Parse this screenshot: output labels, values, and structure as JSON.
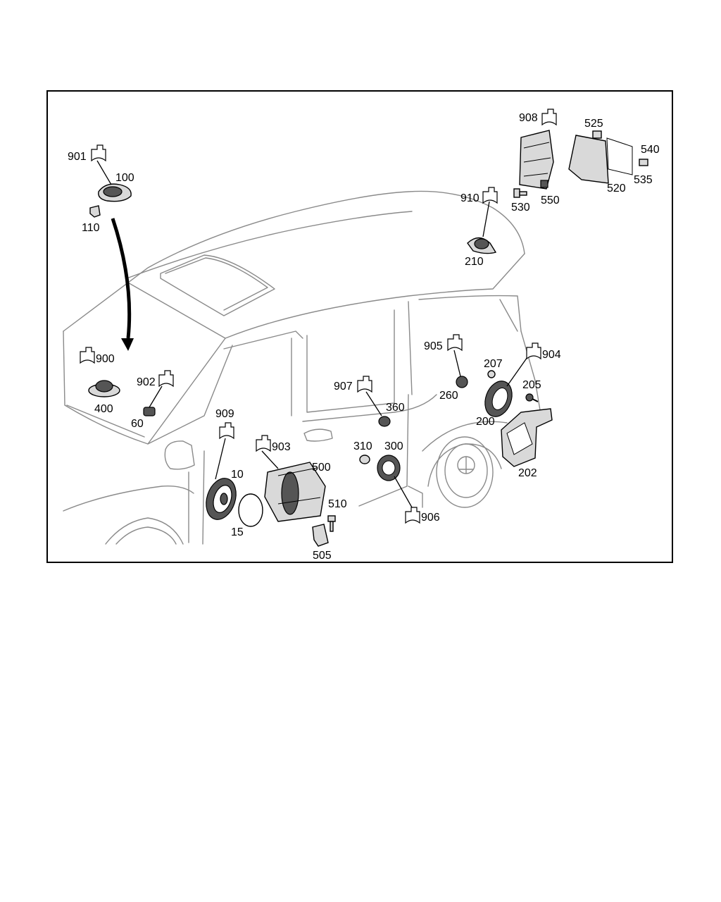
{
  "callouts": {
    "c10": "10",
    "c15": "15",
    "c60": "60",
    "c100": "100",
    "c110": "110",
    "c200": "200",
    "c202": "202",
    "c205": "205",
    "c207": "207",
    "c210": "210",
    "c260": "260",
    "c300": "300",
    "c310": "310",
    "c360": "360",
    "c400": "400",
    "c500": "500",
    "c505": "505",
    "c510": "510",
    "c520": "520",
    "c525": "525",
    "c530": "530",
    "c535": "535",
    "c540": "540",
    "c550": "550"
  },
  "connectors": {
    "k900": "900",
    "k901": "901",
    "k902": "902",
    "k903": "903",
    "k904": "904",
    "k905": "905",
    "k906": "906",
    "k907": "907",
    "k908": "908",
    "k909": "909",
    "k910": "910"
  }
}
